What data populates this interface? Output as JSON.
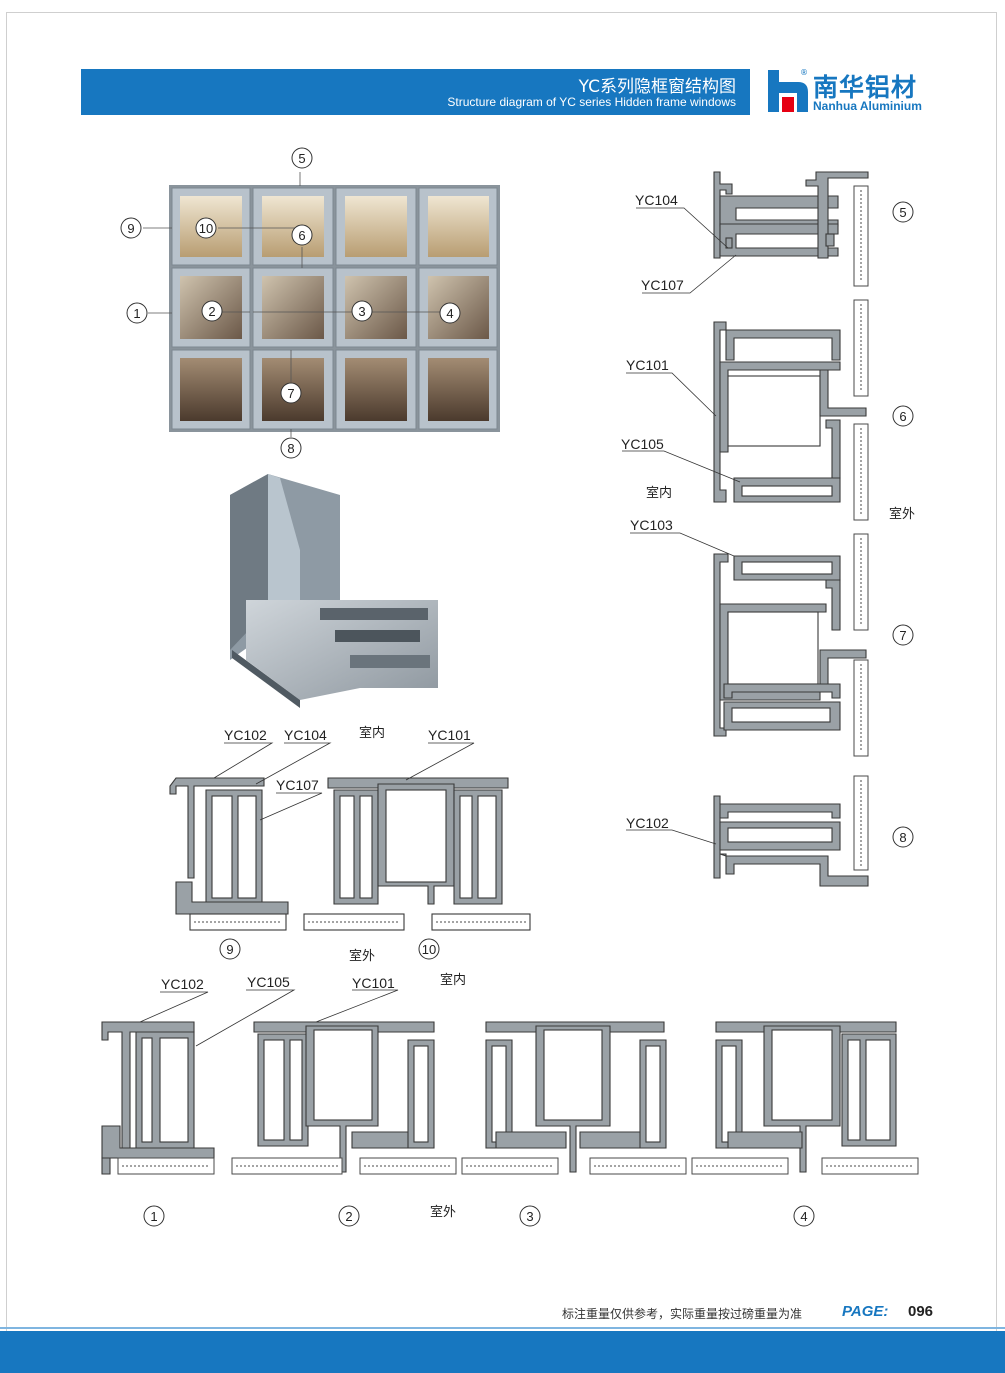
{
  "header": {
    "title": "YC系列隐框窗结构图",
    "subtitle": "Structure diagram of YC series Hidden frame windows"
  },
  "logo": {
    "name_cn": "南华铝材",
    "name_en": "Nanhua Aluminium",
    "reg": "®"
  },
  "colors": {
    "brand_blue": "#1777c0",
    "profile_gray": "#9aa1a6",
    "profile_outline": "#3a3a3a"
  },
  "callouts": {
    "n1": "1",
    "n2": "2",
    "n3": "3",
    "n4": "4",
    "n5": "5",
    "n6": "6",
    "n7": "7",
    "n8": "8",
    "n9": "9",
    "n10": "10"
  },
  "labels": {
    "yc101": "YC101",
    "yc102": "YC102",
    "yc103": "YC103",
    "yc104": "YC104",
    "yc105": "YC105",
    "yc107": "YC107",
    "indoor": "室内",
    "outdoor": "室外"
  },
  "footer": {
    "note": "标注重量仅供参考，实际重量按过磅重量为准",
    "page_word": "PAGE:",
    "page_number": "096"
  }
}
